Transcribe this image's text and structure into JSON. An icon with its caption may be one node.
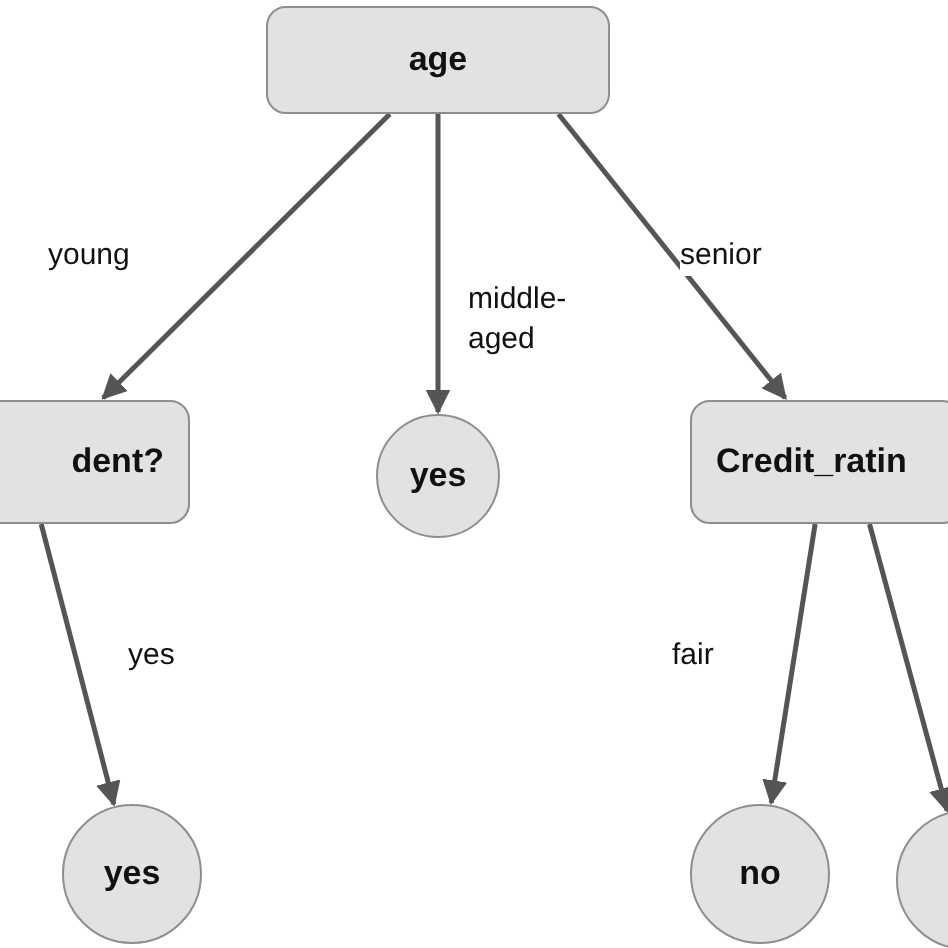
{
  "diagram": {
    "nodes": [
      {
        "text": [
          "age"
        ]
      },
      {
        "text": [
          "dent?"
        ]
      },
      {
        "text": [
          "yes"
        ]
      },
      {
        "text": [
          "Credit_ratin"
        ]
      },
      {
        "text": [
          "yes"
        ]
      },
      {
        "text": [
          "no"
        ]
      },
      {
        "text": [],
        "shape": "circle"
      }
    ],
    "edges": [
      {
        "from": 0,
        "to": 1,
        "arrow": "to",
        "label": "young"
      },
      {
        "from": 0,
        "to": 2,
        "arrow": "to",
        "label": "middle- aged"
      },
      {
        "from": 0,
        "to": 3,
        "arrow": "to",
        "label": "senior"
      },
      {
        "from": 1,
        "to": 4,
        "arrow": "to",
        "label": "yes"
      },
      {
        "from": 3,
        "to": 5,
        "arrow": "to",
        "label": "fair"
      },
      {
        "from": 3,
        "to": 6,
        "arrow": "to"
      }
    ]
  }
}
